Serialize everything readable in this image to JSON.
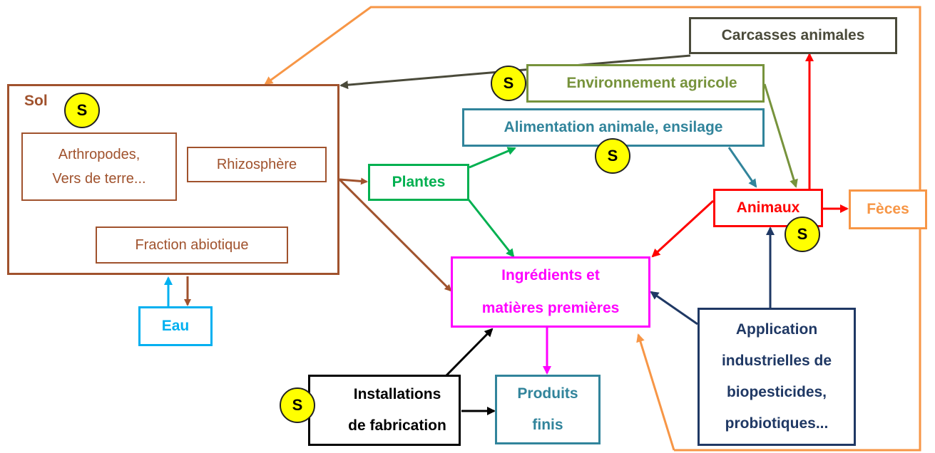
{
  "nodes": {
    "carcasses": "Carcasses animales",
    "sol": "Sol",
    "arthropodes_1": "Arthropodes,",
    "arthropodes_2": "Vers de terre...",
    "rhizosphere": "Rhizosphère",
    "fraction": "Fraction abiotique",
    "eau": "Eau",
    "environnement": "Environnement agricole",
    "alimentation": "Alimentation animale, ensilage",
    "plantes": "Plantes",
    "animaux": "Animaux",
    "feces": "Fèces",
    "ingredients_1": "Ingrédients et",
    "ingredients_2": "matières premières",
    "installations_1": "Installations",
    "installations_2": "de fabrication",
    "produits_1": "Produits",
    "produits_2": "finis",
    "application_1": "Application",
    "application_2": "industrielles de",
    "application_3": "biopesticides,",
    "application_4": "probiotiques..."
  },
  "badge_label": "S",
  "colors": {
    "soil": "#a0522d",
    "carcasses": "#4a4a3a",
    "environnement": "#77933c",
    "alimentation": "#31849b",
    "plantes": "#00b050",
    "animaux": "#ff0000",
    "feces": "#f79646",
    "ingredients": "#ff00ff",
    "installations": "#000000",
    "produits": "#31849b",
    "application": "#1f3864",
    "eau": "#00b0f0",
    "orange_border": "#f79646",
    "badge": "#ffff00"
  }
}
